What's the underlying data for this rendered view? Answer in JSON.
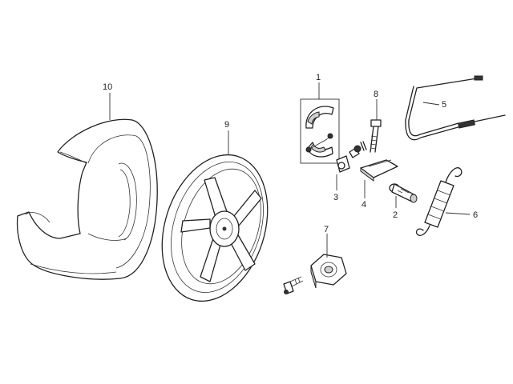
{
  "diagram": {
    "parts": [
      {
        "id": "part-1",
        "number": "1"
      },
      {
        "id": "part-2",
        "number": "2"
      },
      {
        "id": "part-3",
        "number": "3"
      },
      {
        "id": "part-4",
        "number": "4"
      },
      {
        "id": "part-5",
        "number": "5"
      },
      {
        "id": "part-6",
        "number": "6"
      },
      {
        "id": "part-7",
        "number": "7"
      },
      {
        "id": "part-8",
        "number": "8"
      },
      {
        "id": "part-9",
        "number": "9"
      },
      {
        "id": "part-10",
        "number": "10"
      }
    ]
  }
}
